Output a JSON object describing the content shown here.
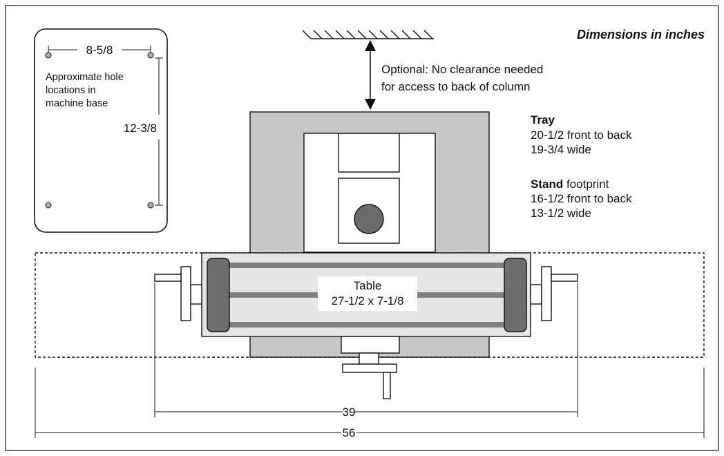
{
  "title": "Dimensions in inches",
  "clearance_note": {
    "line1": "Optional: No clearance needed",
    "line2": "for access to back of column"
  },
  "tray": {
    "heading": "Tray",
    "line1": "20-1/2 front to back",
    "line2": "19-3/4 wide"
  },
  "stand": {
    "heading": "Stand",
    "heading_suffix": " footprint",
    "line1": "16-1/2 front to back",
    "line2": "13-1/2 wide"
  },
  "hole_inset": {
    "width_dim": "8-5/8",
    "height_dim": "12-3/8",
    "note_line1": "Approximate hole",
    "note_line2": "locations in",
    "note_line3": "machine base"
  },
  "table": {
    "line1": "Table",
    "line2": "27-1/2 x 7-1/8"
  },
  "dimensions": {
    "handle_span": "39",
    "overall_span": "56"
  },
  "colors": {
    "column_gray": "#c8c8c8",
    "rail_gray": "#808080",
    "end_cap": "#6e6e6e",
    "table_fill": "#e6e6e6",
    "spindle": "#6b6b6b",
    "line": "#111111"
  }
}
